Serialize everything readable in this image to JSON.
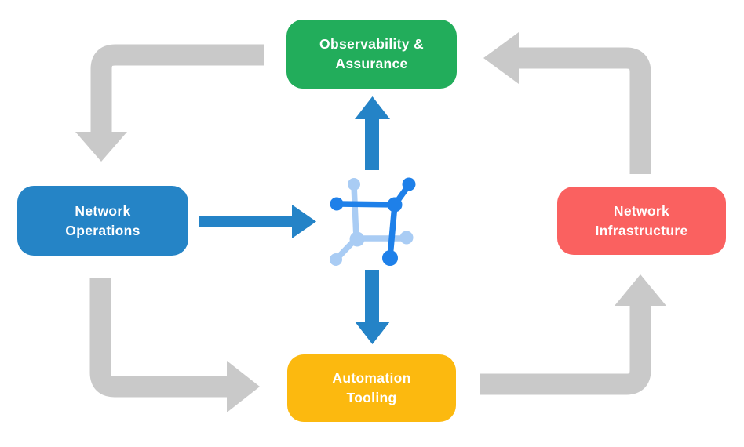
{
  "diagram": {
    "type": "cycle-flow",
    "background_color": "#ffffff",
    "node_text_color": "#ffffff",
    "nodes": {
      "top": {
        "label": "Observability &\nAssurance",
        "color": "#22AD5B"
      },
      "left": {
        "label": "Network\nOperations",
        "color": "#2584C6"
      },
      "right": {
        "label": "Network\nInfrastructure",
        "color": "#FA6160"
      },
      "bottom": {
        "label": "Automation\nTooling",
        "color": "#FCB90F"
      }
    },
    "center": {
      "icon": "network-mesh-icon",
      "icon_colors": {
        "primary": "#1E80E9",
        "secondary": "#A9CCF4"
      }
    },
    "arrows": {
      "cycle_color": "#C9C9C9",
      "spoke_color": "#2483C7",
      "cycle": [
        {
          "from": "top",
          "to": "left"
        },
        {
          "from": "left",
          "to": "bottom"
        },
        {
          "from": "bottom",
          "to": "right"
        },
        {
          "from": "right",
          "to": "top"
        }
      ],
      "spokes": [
        {
          "from": "left",
          "to": "center"
        },
        {
          "from": "center",
          "to": "top"
        },
        {
          "from": "center",
          "to": "bottom"
        }
      ]
    }
  }
}
